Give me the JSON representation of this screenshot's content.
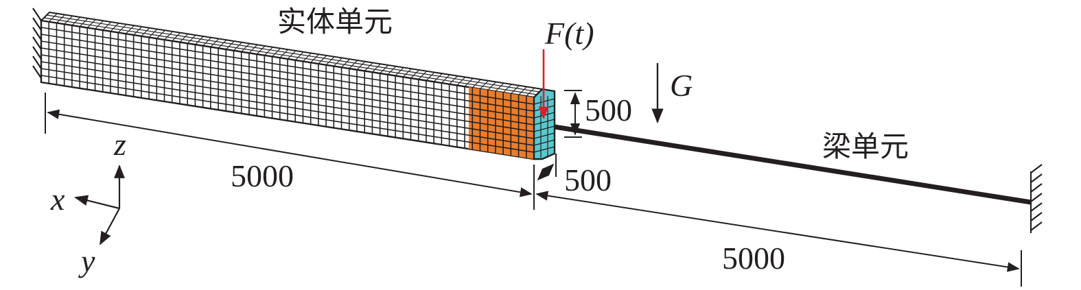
{
  "labels": {
    "solid_element": "实体单元",
    "beam_element": "梁单元",
    "force": "F(t)",
    "gravity": "G",
    "solid_length": "5000",
    "beam_length": "5000",
    "section_height": "500",
    "section_width": "500",
    "axis_x": "x",
    "axis_y": "y",
    "axis_z": "z"
  },
  "colors": {
    "ink": "#231f20",
    "orange_block": "#e87d2e",
    "cyan_end": "#5bc8cf",
    "force_arrow": "#d7202b"
  },
  "mesh": {
    "length_divisions": 64,
    "height_divisions": 9,
    "width_divisions": 3,
    "highlighted_divisions": 8
  }
}
